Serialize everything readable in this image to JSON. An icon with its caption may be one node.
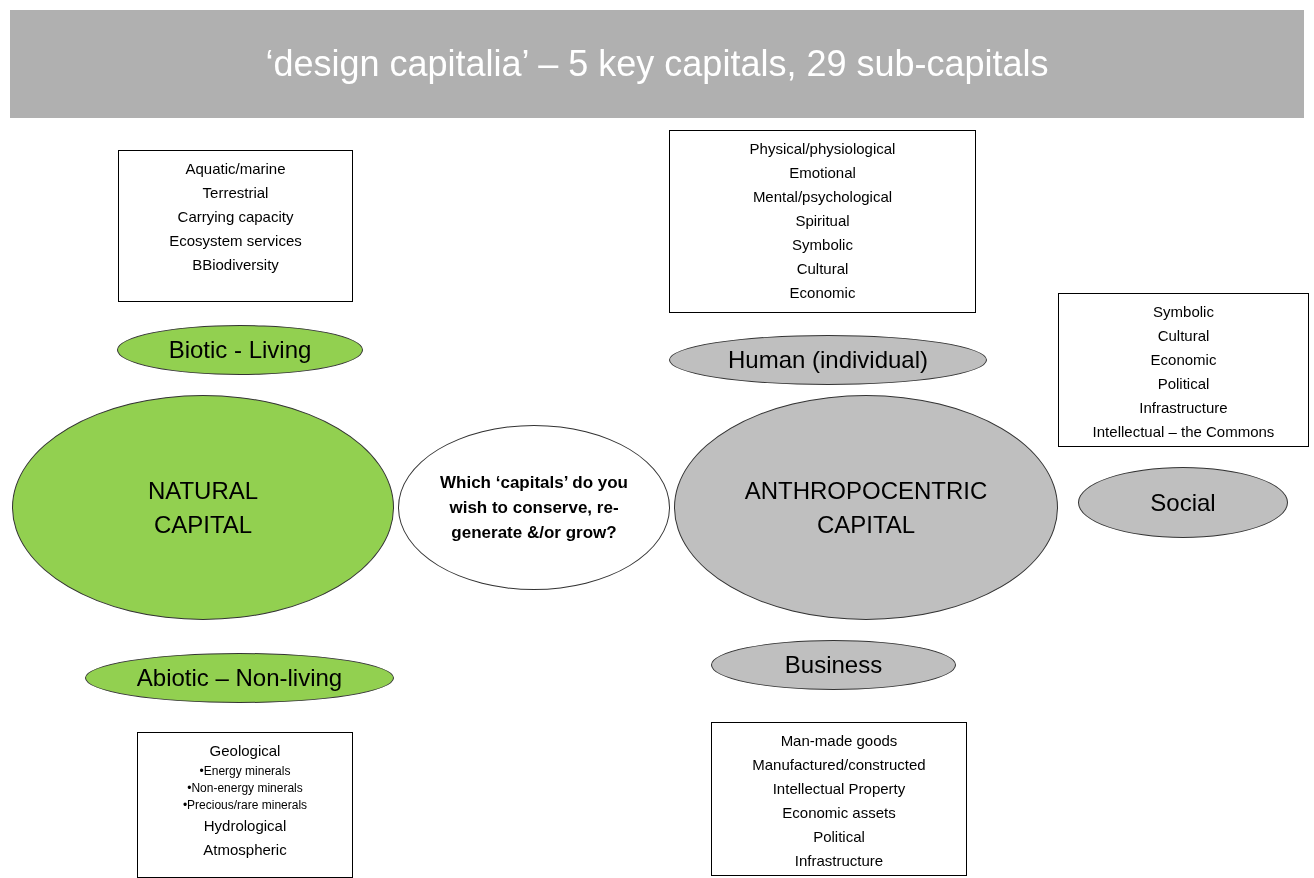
{
  "diagram": {
    "title": "‘design capitalia’ – 5 key capitals, 29 sub-capitals",
    "nodes": [
      {
        "text": [
          "Aquatic/marine",
          "Terrestrial",
          "Carrying capacity",
          "Ecosystem services",
          "BBiodiversity"
        ]
      },
      {
        "text": [
          "Physical/physiological",
          "Emotional",
          "Mental/psychological",
          "Spiritual",
          "Symbolic",
          "Cultural",
          "Economic"
        ]
      },
      {
        "text": [
          "Symbolic",
          "Cultural",
          "Economic",
          "Political",
          "Infrastructure",
          "Intellectual – the Commons"
        ]
      },
      {
        "text": [
          "Biotic - Living"
        ]
      },
      {
        "text": [
          "Human (individual)"
        ]
      },
      {
        "text": [
          "NATURAL CAPITAL"
        ]
      },
      {
        "text": [
          "Which ‘capitals’ do you wish to conserve, re-generate &/or grow?"
        ]
      },
      {
        "text": [
          "ANTHROPOCENTRIC CAPITAL"
        ]
      },
      {
        "text": [
          "Social"
        ]
      },
      {
        "text": [
          "Abiotic – Non-living"
        ]
      },
      {
        "text": [
          "Business"
        ]
      },
      {
        "text": [
          "Geological",
          "•Energy minerals",
          "•Non-energy minerals",
          "•Precious/rare minerals",
          "Hydrological",
          "Atmospheric"
        ]
      },
      {
        "text": [
          "Man-made goods",
          "Manufactured/constructed",
          "Intellectual Property",
          "Economic assets",
          "Political",
          "Infrastructure"
        ]
      }
    ],
    "edges": []
  }
}
